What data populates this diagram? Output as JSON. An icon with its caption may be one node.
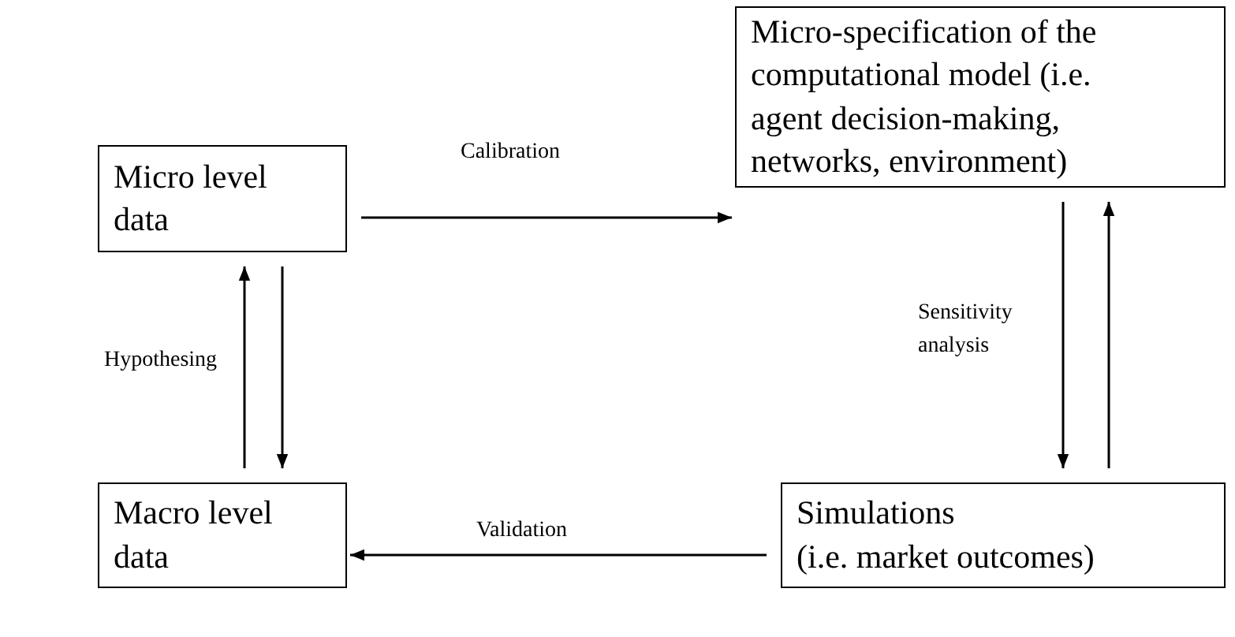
{
  "diagram": {
    "nodes": [
      {
        "text": [
          "Micro level data"
        ]
      },
      {
        "text": [
          "Micro-specification of the computational model (i.e. agent decision-making, networks, environment)"
        ]
      },
      {
        "text": [
          "Macro level data"
        ]
      },
      {
        "text": [
          "Simulations",
          "(i.e. market outcomes)"
        ]
      }
    ],
    "edges": [
      {
        "from": 0,
        "to": 1,
        "arrow": "to",
        "label": "Calibration"
      },
      {
        "from": 2,
        "to": 0,
        "arrow": "to",
        "label": "Hypothesing"
      },
      {
        "from": 0,
        "to": 2,
        "arrow": "to"
      },
      {
        "from": 1,
        "to": 3,
        "arrow": "to",
        "label": "Sensitivity analysis"
      },
      {
        "from": 3,
        "to": 1,
        "arrow": "to"
      },
      {
        "from": 3,
        "to": 2,
        "arrow": "to",
        "label": "Validation"
      }
    ]
  }
}
